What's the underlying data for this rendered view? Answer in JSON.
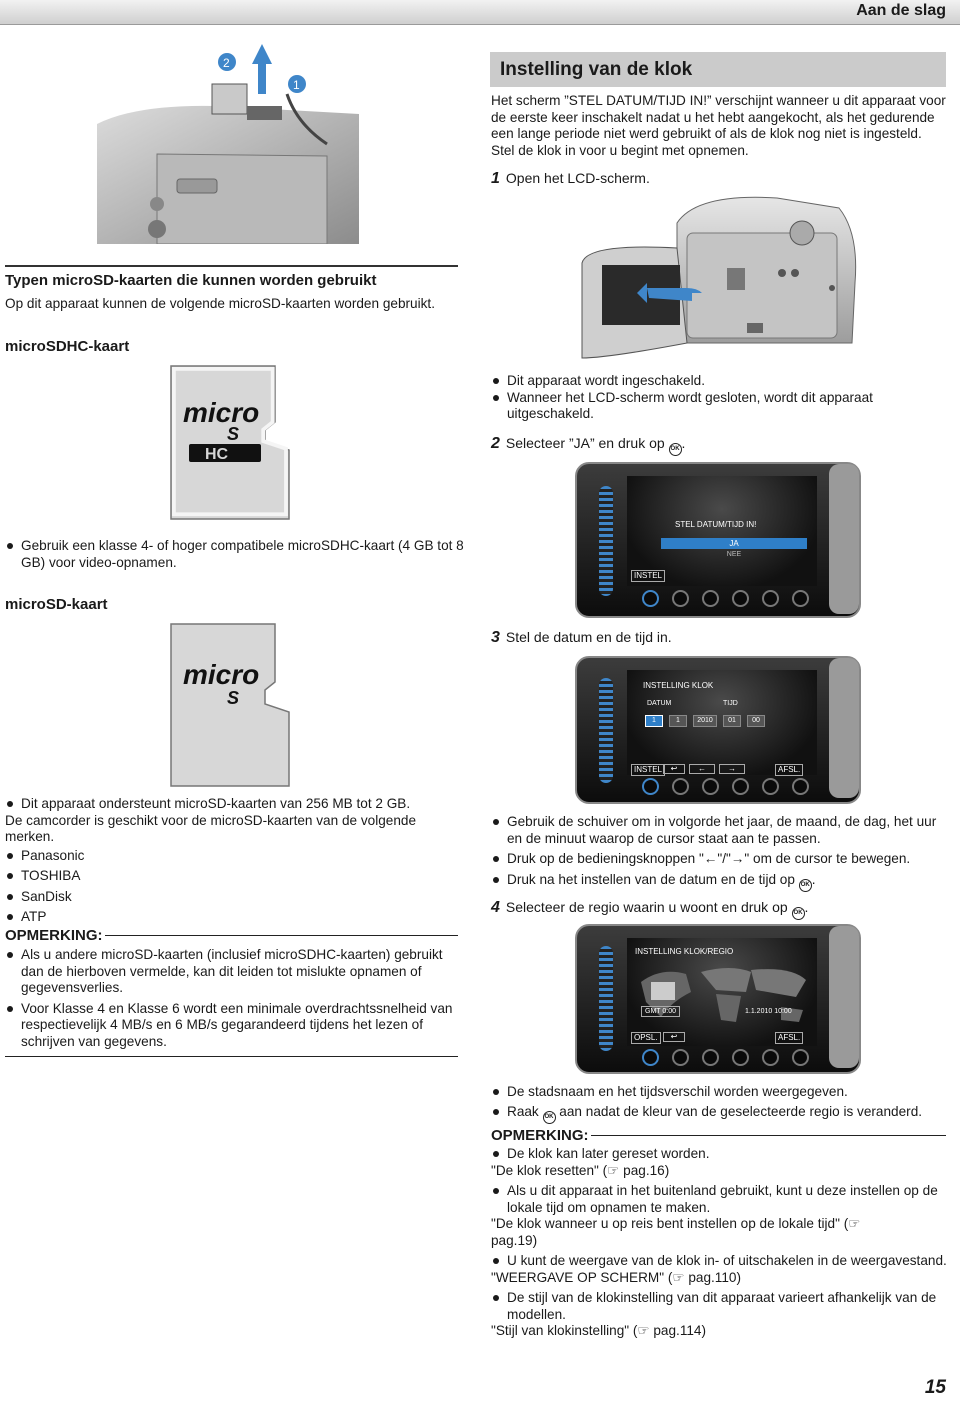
{
  "header": {
    "title": "Aan de slag"
  },
  "section_title": "Instelling van de klok",
  "intro": "Het scherm ”STEL DATUM/TIJD IN!” verschijnt wanneer u dit apparaat voor de eerste keer inschakelt nadat u het hebt aangekocht, als het gedurende een lange periode niet werd gebruikt of als de klok nog niet is ingesteld.",
  "intro2": "Stel de klok in voor u begint met opnemen.",
  "steps": [
    {
      "num": "1",
      "text": "Open het LCD-scherm."
    },
    {
      "num": "2",
      "text": "Selecteer ”JA” en druk op"
    },
    {
      "num": "3",
      "text": "Stel de datum en de tijd in."
    },
    {
      "num": "4",
      "text": "Selecteer de regio waarin u woont en druk op"
    }
  ],
  "step1_bullets": [
    "Dit apparaat wordt ingeschakeld.",
    "Wanneer het LCD-scherm wordt gesloten, wordt dit apparaat uitgeschakeld."
  ],
  "step3_bullets": [
    "Gebruik de schuiver om in volgorde het jaar, de maand, de dag, het uur en de minuut waarop de cursor staat aan te passen.",
    "Druk op de bedieningsknoppen \"←\"/\"→\" om de cursor te bewegen.",
    "Druk na het instellen van de datum en de tijd op"
  ],
  "step4_bullets": [
    "De stadsnaam en het tijdsverschil worden weergegeven.",
    "Raak",
    "aan nadat de kleur van de geselecteerde regio is veranderd."
  ],
  "note_label": "OPMERKING:",
  "right_notes": [
    {
      "bullet": "De klok kan later gereset worden.",
      "ref": "\"De klok resetten\"  (☞ pag.16)"
    },
    {
      "bullet": "Als u dit apparaat in het buitenland gebruikt, kunt u deze instellen op de lokale tijd om opnamen te maken.",
      "ref": "\"De klok wanneer u op reis bent instellen op de lokale tijd\"  (☞ pag.19)"
    },
    {
      "bullet": "U kunt de weergave van de klok in- of uitschakelen in de weergavestand.",
      "ref": "\"WEERGAVE OP SCHERM\"  (☞ pag.110)"
    },
    {
      "bullet": "De stijl van de klokinstelling van dit apparaat varieert afhankelijk van de modellen.",
      "ref": "\"Stijl van klokinstelling\"  (☞ pag.114)"
    }
  ],
  "left": {
    "heading": "Typen microSD-kaarten die kunnen worden gebruikt",
    "intro": "Op dit apparaat kunnen de volgende microSD-kaarten worden gebruikt.",
    "sdhc_title": "microSDHC-kaart",
    "sdhc_bullet": "Gebruik een klasse 4- of hoger compatibele microSDHC-kaart (4 GB tot 8 GB) voor video-opnamen.",
    "sd_title": "microSD-kaart",
    "sd_bullet": "Dit apparaat ondersteunt microSD-kaarten van 256 MB tot 2 GB.",
    "sd_text": "De camcorder is geschikt voor de microSD-kaarten van de volgende merken.",
    "brands": [
      "Panasonic",
      "TOSHIBA",
      "SanDisk",
      "ATP"
    ],
    "notes": [
      "Als u andere microSD-kaarten (inclusief microSDHC-kaarten) gebruikt dan de hierboven vermelde, kan dit leiden tot mislukte opnamen of gegevensverlies.",
      "Voor Klasse 4 en Klasse 6 wordt een minimale overdrachtssnelheid van respectievelijk 4 MB/s en 6 MB/s gegarandeerd tijdens het lezen of schrijven van gegevens."
    ]
  },
  "screen1": {
    "title": "STEL DATUM/TIJD IN!",
    "opt1": "JA",
    "opt2": "NEE",
    "btn": "INSTEL"
  },
  "screen2": {
    "title": "INSTELLING KLOK",
    "col1": "DATUM",
    "col2": "TIJD",
    "values": [
      "1",
      "1",
      "2010",
      "01",
      "00"
    ],
    "btn1": "INSTEL",
    "btn2": "AFSL."
  },
  "screen3": {
    "title": "INSTELLING KLOK/REGIO",
    "gmt": "GMT",
    "diff": "0:00",
    "time": "1.1.2010 10:00",
    "btn1": "OPSL.",
    "btn2": "AFSL."
  },
  "ok_glyph": "OK",
  "page_number": "15"
}
